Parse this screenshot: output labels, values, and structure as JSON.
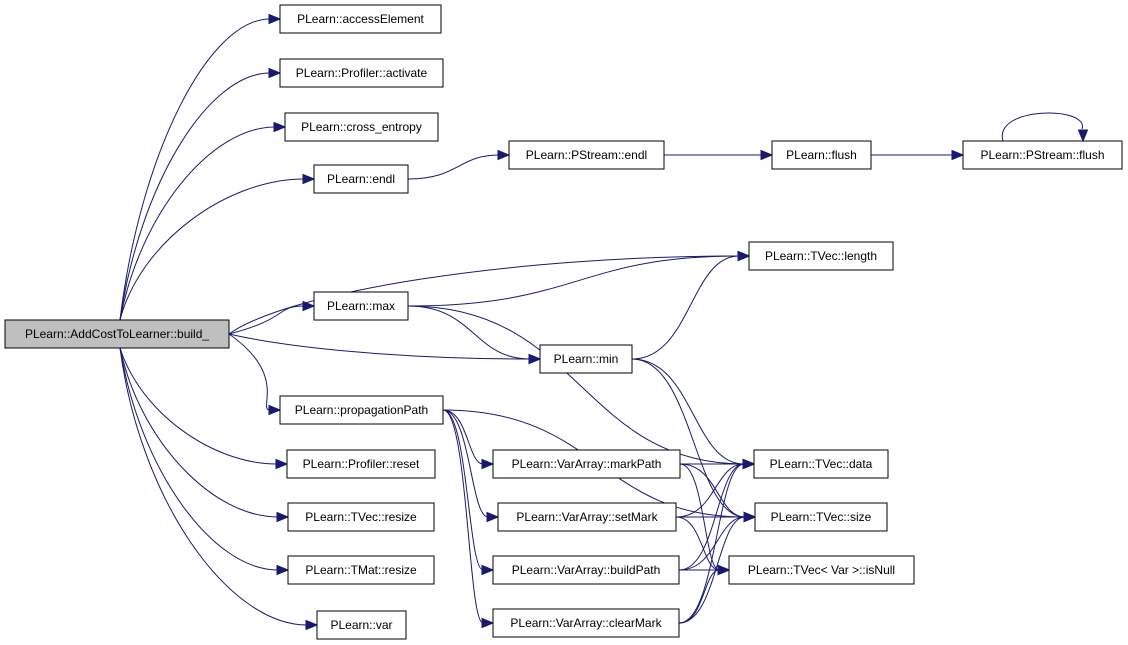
{
  "nodes": {
    "build": "PLearn::AddCostToLearner::build_",
    "accessElement": "PLearn::accessElement",
    "profilerActivate": "PLearn::Profiler::activate",
    "crossEntropy": "PLearn::cross_entropy",
    "endl": "PLearn::endl",
    "pstreamEndl": "PLearn::PStream::endl",
    "flush": "PLearn::flush",
    "pstreamFlush": "PLearn::PStream::flush",
    "tvecLength": "PLearn::TVec::length",
    "max": "PLearn::max",
    "min": "PLearn::min",
    "propagationPath": "PLearn::propagationPath",
    "profilerReset": "PLearn::Profiler::reset",
    "tvecResize": "PLearn::TVec::resize",
    "tmatResize": "PLearn::TMat::resize",
    "var": "PLearn::var",
    "markPath": "PLearn::VarArray::markPath",
    "setMark": "PLearn::VarArray::setMark",
    "buildPath": "PLearn::VarArray::buildPath",
    "clearMark": "PLearn::VarArray::clearMark",
    "tvecData": "PLearn::TVec::data",
    "tvecSize": "PLearn::TVec::size",
    "isNull": "PLearn::TVec< Var >::isNull"
  },
  "edges": [
    [
      "build",
      "accessElement"
    ],
    [
      "build",
      "profilerActivate"
    ],
    [
      "build",
      "crossEntropy"
    ],
    [
      "build",
      "endl"
    ],
    [
      "build",
      "tvecLength"
    ],
    [
      "build",
      "max"
    ],
    [
      "build",
      "min"
    ],
    [
      "build",
      "propagationPath"
    ],
    [
      "build",
      "profilerReset"
    ],
    [
      "build",
      "tvecResize"
    ],
    [
      "build",
      "tmatResize"
    ],
    [
      "build",
      "var"
    ],
    [
      "endl",
      "pstreamEndl"
    ],
    [
      "pstreamEndl",
      "flush"
    ],
    [
      "flush",
      "pstreamFlush"
    ],
    [
      "pstreamFlush",
      "pstreamFlush"
    ],
    [
      "max",
      "tvecLength"
    ],
    [
      "max",
      "min"
    ],
    [
      "max",
      "tvecData"
    ],
    [
      "min",
      "tvecLength"
    ],
    [
      "min",
      "tvecData"
    ],
    [
      "min",
      "tvecSize"
    ],
    [
      "propagationPath",
      "markPath"
    ],
    [
      "propagationPath",
      "setMark"
    ],
    [
      "propagationPath",
      "buildPath"
    ],
    [
      "propagationPath",
      "clearMark"
    ],
    [
      "propagationPath",
      "tvecSize"
    ],
    [
      "markPath",
      "tvecData"
    ],
    [
      "markPath",
      "tvecSize"
    ],
    [
      "markPath",
      "isNull"
    ],
    [
      "setMark",
      "tvecData"
    ],
    [
      "setMark",
      "tvecSize"
    ],
    [
      "setMark",
      "isNull"
    ],
    [
      "buildPath",
      "tvecData"
    ],
    [
      "buildPath",
      "tvecSize"
    ],
    [
      "buildPath",
      "isNull"
    ],
    [
      "clearMark",
      "tvecData"
    ],
    [
      "clearMark",
      "tvecSize"
    ],
    [
      "clearMark",
      "isNull"
    ]
  ]
}
